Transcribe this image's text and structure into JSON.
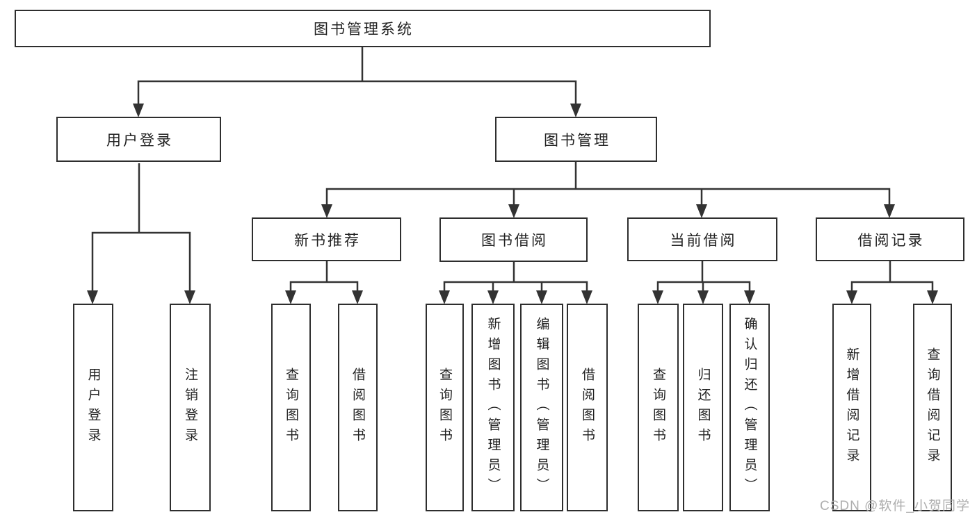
{
  "nodes": {
    "root": "图书管理系统",
    "user_login": "用户登录",
    "book_mgmt": "图书管理",
    "new_book": "新书推荐",
    "book_borrow": "图书借阅",
    "current_borrow": "当前借阅",
    "borrow_records": "借阅记录",
    "leaf_user_login": "用户登录",
    "leaf_logout": "注销登录",
    "leaf_nb_query": "查询图书",
    "leaf_nb_borrow": "借阅图书",
    "leaf_bb_query": "查询图书",
    "leaf_bb_add": "新增图书（管理员）",
    "leaf_bb_edit": "编辑图书（管理员）",
    "leaf_bb_borrow": "借阅图书",
    "leaf_cb_query": "查询图书",
    "leaf_cb_return": "归还图书",
    "leaf_cb_confirm": "确认归还（管理员）",
    "leaf_br_add": "新增借阅记录",
    "leaf_br_query": "查询借阅记录"
  },
  "watermark": "CSDN @软件_小贺同学",
  "colors": {
    "line": "#333333",
    "border": "#2e2e2e",
    "text": "#222222",
    "watermark": "#aeaeae"
  }
}
